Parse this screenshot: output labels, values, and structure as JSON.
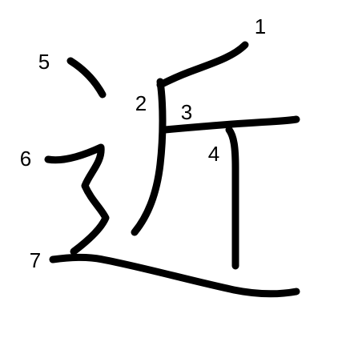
{
  "character": {
    "glyph": "近",
    "stroke_count": 7
  },
  "colors": {
    "background": "#ffffff",
    "ink": "#000000"
  },
  "stroke_numbers": [
    {
      "order": 1,
      "text": "1"
    },
    {
      "order": 2,
      "text": "2"
    },
    {
      "order": 3,
      "text": "3"
    },
    {
      "order": 4,
      "text": "4"
    },
    {
      "order": 5,
      "text": "5"
    },
    {
      "order": 6,
      "text": "6"
    },
    {
      "order": 7,
      "text": "7"
    }
  ]
}
